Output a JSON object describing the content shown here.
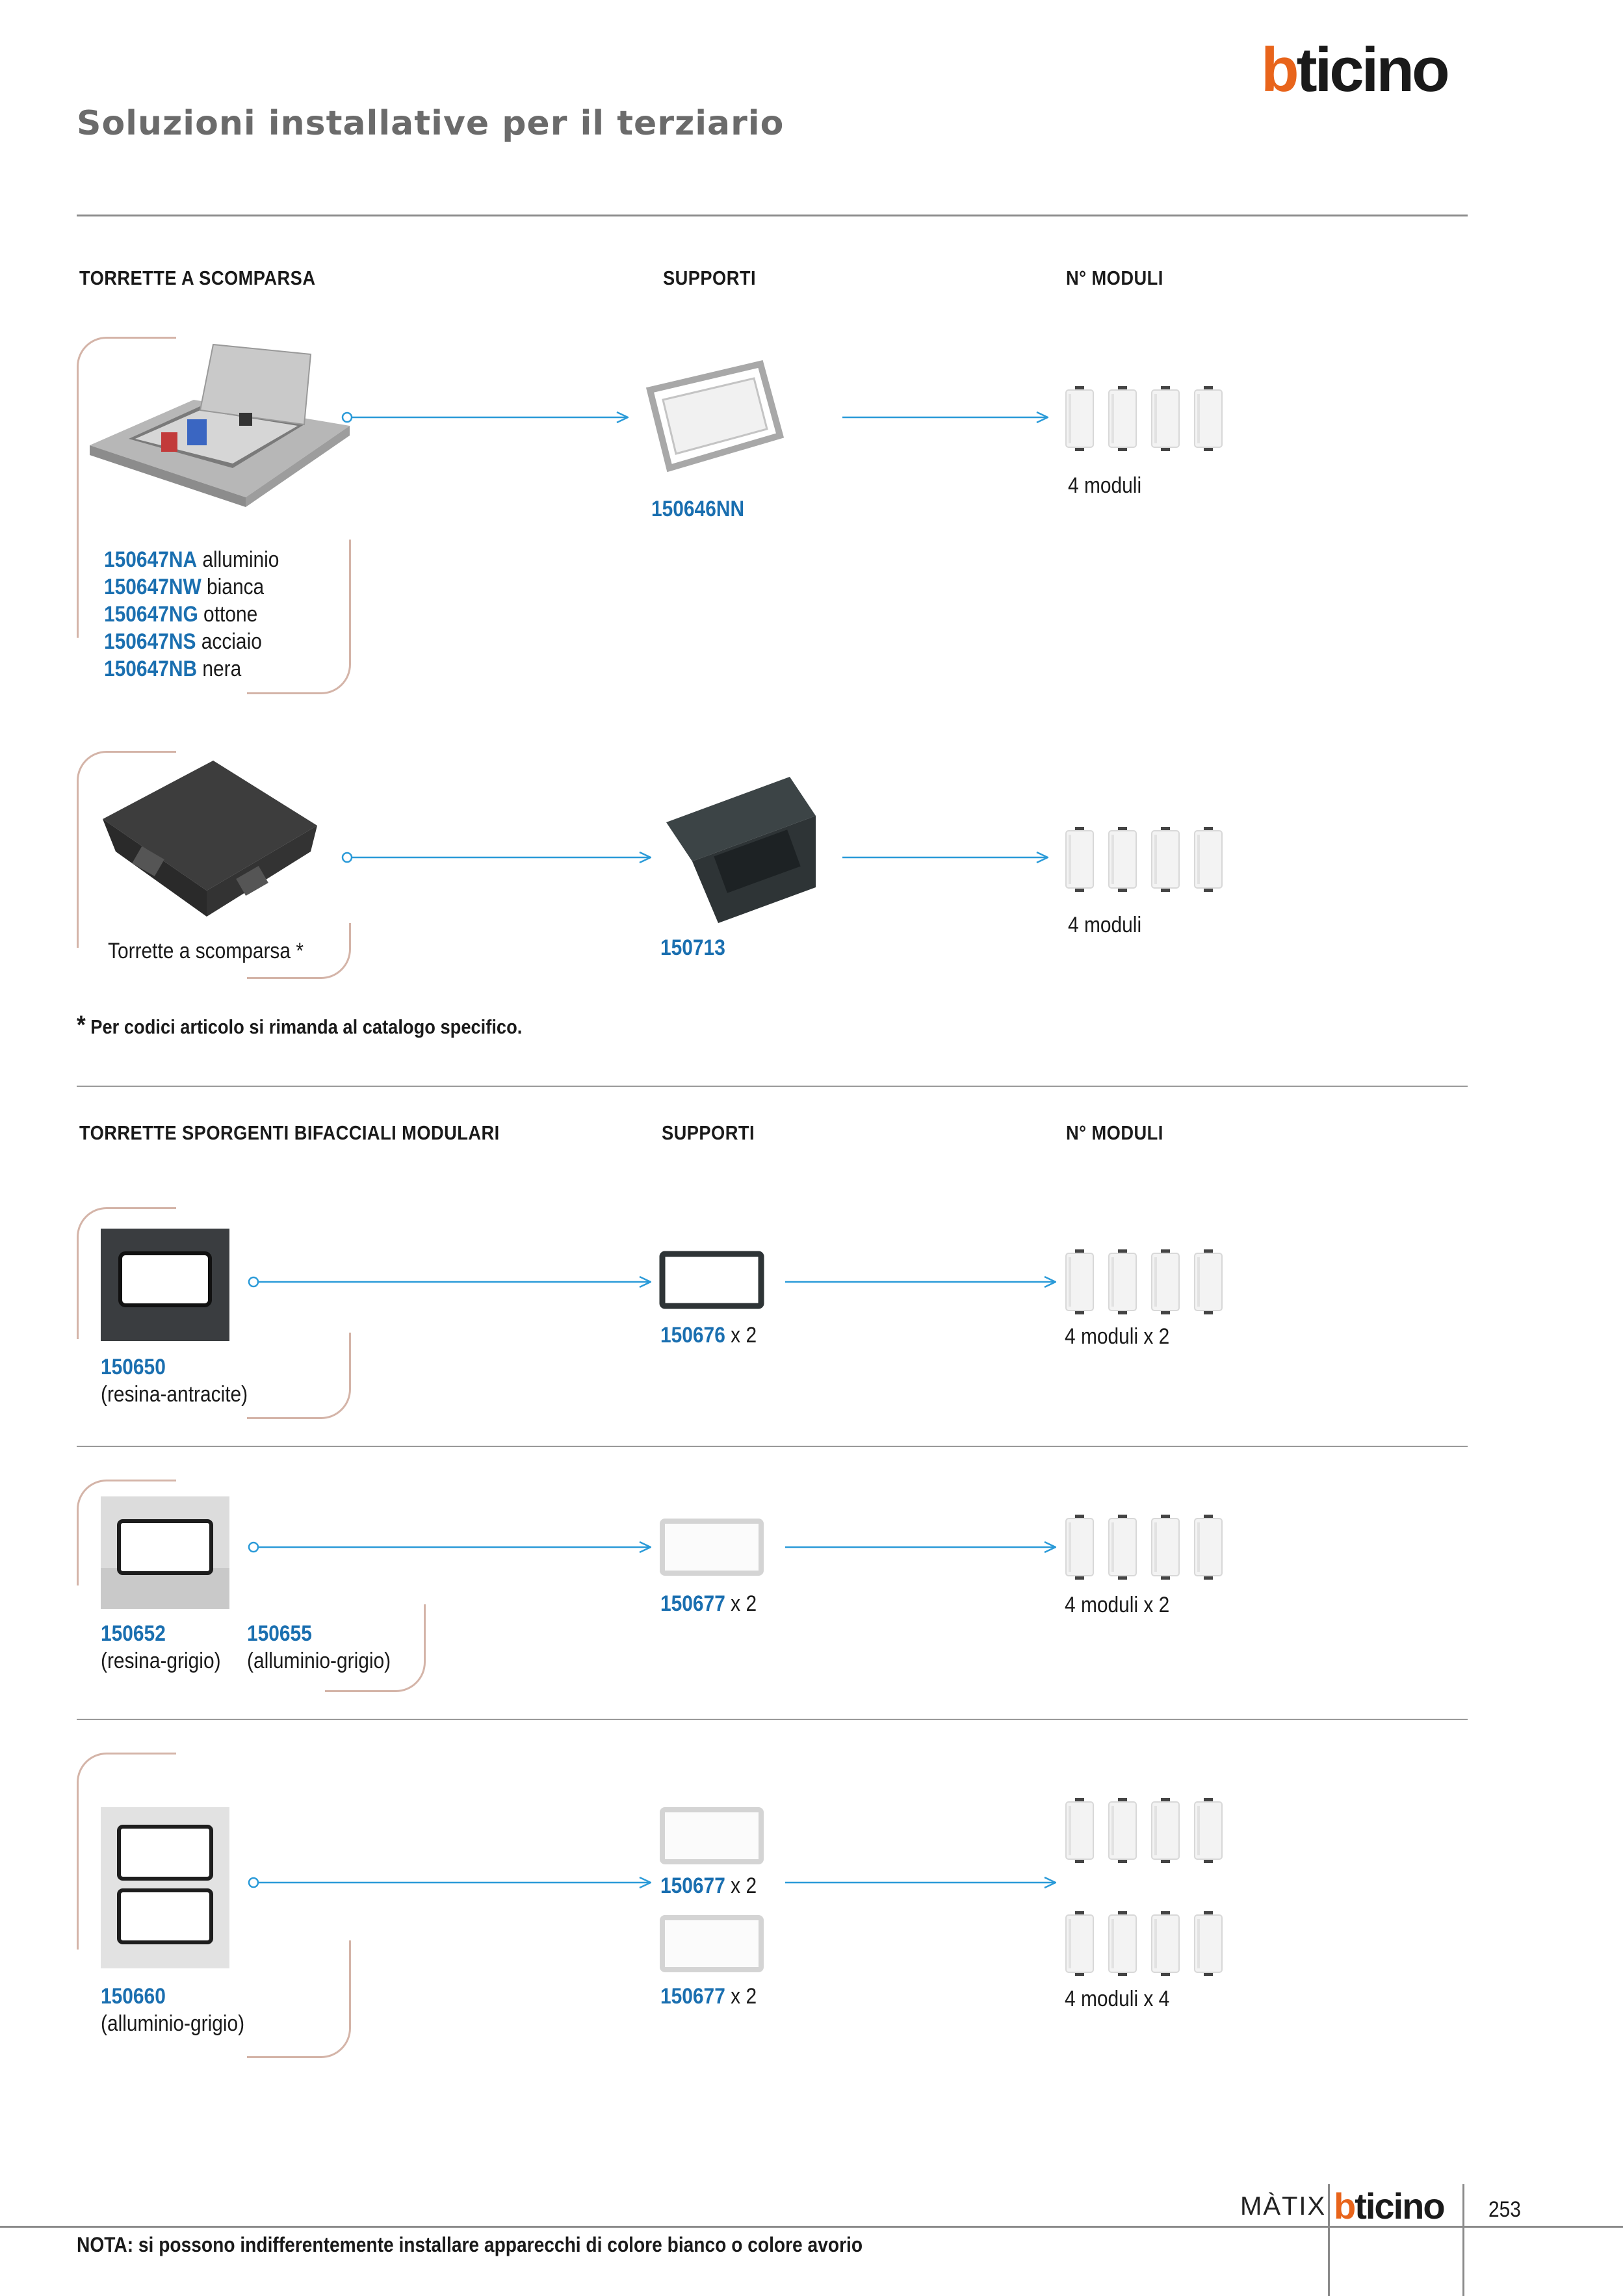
{
  "brand": {
    "logo_b": "b",
    "logo_rest": "ticino"
  },
  "page_title": "Soluzioni installative per il terziario",
  "section1": {
    "headers": {
      "col1": "TORRETTE A SCOMPARSA",
      "col2": "SUPPORTI",
      "col3": "N° MODULI"
    },
    "row1": {
      "codes": [
        {
          "code": "150647NA",
          "label": "alluminio"
        },
        {
          "code": "150647NW",
          "label": "bianca"
        },
        {
          "code": "150647NG",
          "label": "ottone"
        },
        {
          "code": "150647NS",
          "label": "acciaio"
        },
        {
          "code": "150647NB",
          "label": "nera"
        }
      ],
      "support_code": "150646NN",
      "moduli": "4 moduli"
    },
    "row2": {
      "label": "Torrette a scomparsa *",
      "support_code": "150713",
      "moduli": "4 moduli"
    },
    "note_star": "*",
    "note": "Per codici articolo si rimanda al catalogo specifico."
  },
  "section2": {
    "headers": {
      "col1": "TORRETTE SPORGENTI BIFACCIALI MODULARI",
      "col2": "SUPPORTI",
      "col3": "N° MODULI"
    },
    "row1": {
      "code": "150650",
      "label": "(resina-antracite)",
      "support_code": "150676",
      "support_qty": "x 2",
      "moduli": "4 moduli x 2"
    },
    "row2": {
      "code_a": "150652",
      "label_a": "(resina-grigio)",
      "code_b": "150655",
      "label_b": "(alluminio-grigio)",
      "support_code": "150677",
      "support_qty": "x 2",
      "moduli": "4 moduli x 2"
    },
    "row3": {
      "code": "150660",
      "label": "(alluminio-grigio)",
      "support_code_1": "150677",
      "support_qty_1": "x 2",
      "support_code_2": "150677",
      "support_qty_2": "x 2",
      "moduli": "4 moduli x 4"
    }
  },
  "footer": {
    "series": "MÀTIX",
    "page_number": "253",
    "nota": "NOTA: si possono indifferentemente installare apparecchi di colore bianco o colore avorio"
  },
  "colors": {
    "accent_blue": "#1a6fb0",
    "arrow_blue": "#2a9ad8",
    "brand_orange": "#e8641b",
    "bracket": "#d4b4a8"
  }
}
